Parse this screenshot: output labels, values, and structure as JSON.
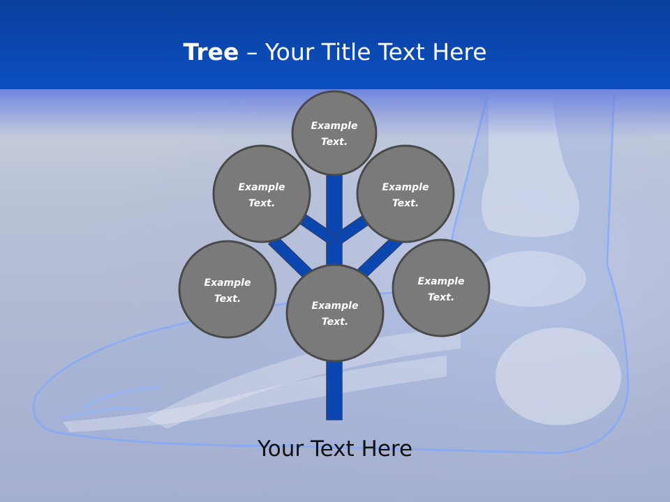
{
  "title": {
    "bold": "Tree",
    "rest": " – Your Title Text Here"
  },
  "nodes": [
    {
      "line1": "Example",
      "line2": "Text."
    },
    {
      "line1": "Example",
      "line2": "Text."
    },
    {
      "line1": "Example",
      "line2": "Text."
    },
    {
      "line1": "Example",
      "line2": "Text."
    },
    {
      "line1": "Example",
      "line2": "Text."
    },
    {
      "line1": "Example",
      "line2": "Text."
    }
  ],
  "caption": "Your Text Here",
  "colors": {
    "header": "#0b4fc2",
    "trunk": "#0b47b0",
    "node_fill": "#7a7a7a",
    "node_stroke": "#4a4a4a",
    "background": "#b9c1d6"
  }
}
